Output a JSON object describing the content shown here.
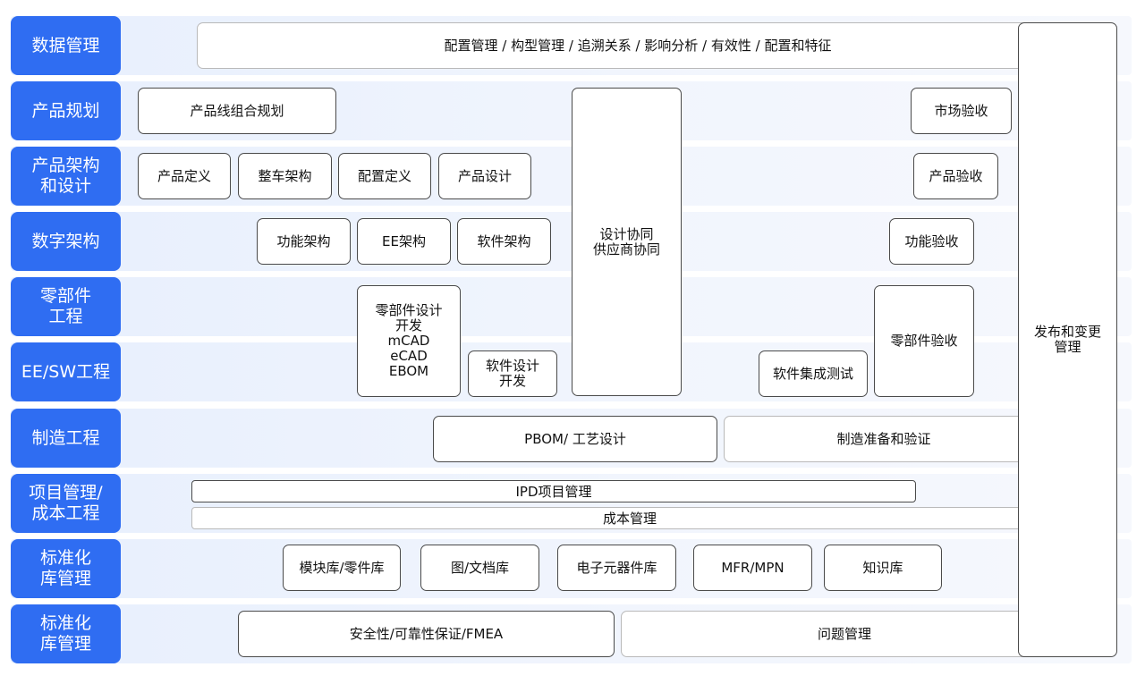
{
  "rows": [
    {
      "label": "数据管理"
    },
    {
      "label": "产品规划"
    },
    {
      "label": "产品架构\n和设计"
    },
    {
      "label": "数字架构"
    },
    {
      "label": "零部件\n工程"
    },
    {
      "label": "EE/SW工程"
    },
    {
      "label": "制造工程"
    },
    {
      "label": "项目管理/\n成本工程"
    },
    {
      "label": "标准化\n库管理"
    },
    {
      "label": "标准化\n库管理"
    }
  ],
  "data_mgmt": "配置管理 / 构型管理 / 追溯关系 / 影响分析 / 有效性 / 配置和特征",
  "planning": {
    "line": "产品线组合规划",
    "market": "市场验收"
  },
  "arch_design": {
    "def": "产品定义",
    "vehicle": "整车架构",
    "config": "配置定义",
    "design": "产品设计",
    "accept": "产品验收"
  },
  "digital": {
    "func": "功能架构",
    "ee": "EE架构",
    "sw": "软件架构",
    "accept": "功能验收"
  },
  "collab": "设计协同\n供应商协同",
  "parts": {
    "design": "零部件设计\n开发\nmCAD\neCAD\nEBOM",
    "accept": "零部件验收"
  },
  "eesw": {
    "sw_dev": "软件设计\n开发",
    "integration": "软件集成测试"
  },
  "mfg": {
    "pbom": "PBOM/ 工艺设计",
    "prep": "制造准备和验证"
  },
  "pm": {
    "ipd": "IPD项目管理",
    "cost": "成本管理"
  },
  "std": {
    "module": "模块库/零件库",
    "doc": "图/文档库",
    "elec": "电子元器件库",
    "mfr": "MFR/MPN",
    "knowledge": "知识库"
  },
  "std2": {
    "safety": "安全性/可靠性保证/FMEA",
    "issue": "问题管理"
  },
  "release": "发布和变更\n管理"
}
